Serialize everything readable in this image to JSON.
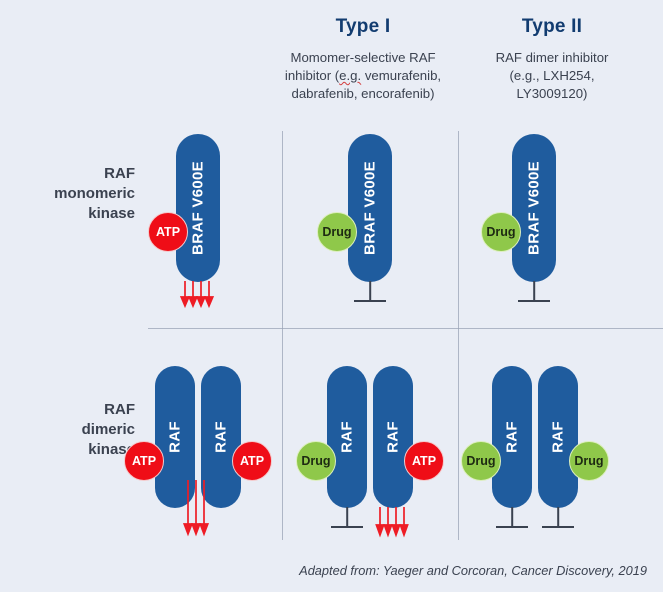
{
  "page": {
    "background": "#e9edf5",
    "protein_color": "#1f5c9e",
    "atp_color": "#ef0d17",
    "drug_color": "#8fc84a",
    "arrow_color": "#ee1c25",
    "inhibition_color": "#3a4250",
    "divider_color": "#9aa3b5"
  },
  "columns": [
    {
      "title": "",
      "subtitle": ""
    },
    {
      "title": "Type I",
      "subtitle_lines": [
        "Momomer-selective RAF",
        "inhibitor (e.g. vemurafenib,",
        "dabrafenib, encorafenib)"
      ],
      "subtitle_prefix": "inhibitor (",
      "spellchecked": "e.g.",
      "subtitle_suffix": " vemurafenib,"
    },
    {
      "title": "Type II",
      "subtitle_lines": [
        "RAF dimer inhibitor",
        "(e.g., LXH254,",
        "LY3009120)"
      ]
    }
  ],
  "rows": [
    {
      "label_lines": [
        "RAF",
        "monomeric",
        "kinase"
      ]
    },
    {
      "label_lines": [
        "RAF",
        "dimeric",
        "kinase"
      ]
    }
  ],
  "labels": {
    "braf": "BRAF V600E",
    "raf": "RAF",
    "atp": "ATP",
    "drug": "Drug"
  },
  "cells": {
    "monomeric_untreated": {
      "protein": "BRAF V600E",
      "ligand": "ATP",
      "ligand_type": "atp",
      "output": "arrows",
      "arrow_count": 4
    },
    "monomeric_type1": {
      "protein": "BRAF V600E",
      "ligand": "Drug",
      "ligand_type": "drug",
      "output": "inhibition"
    },
    "monomeric_type2": {
      "protein": "BRAF V600E",
      "ligand": "Drug",
      "ligand_type": "drug",
      "output": "inhibition"
    },
    "dimeric_untreated": {
      "protomer_left": "RAF",
      "protomer_right": "RAF",
      "ligand_left": "ATP",
      "ligand_right": "ATP",
      "output": "arrows",
      "arrow_count": 3
    },
    "dimeric_type1": {
      "protomer_left": "RAF",
      "protomer_right": "RAF",
      "ligand_left": "Drug",
      "ligand_right": "ATP",
      "output_left": "inhibition",
      "output_right": "arrows",
      "arrow_count": 4
    },
    "dimeric_type2": {
      "protomer_left": "RAF",
      "protomer_right": "RAF",
      "ligand_left": "Drug",
      "ligand_right": "Drug",
      "output_left": "inhibition",
      "output_right": "inhibition"
    }
  },
  "footer": {
    "credit": "Adapted from: Yaeger and Corcoran, Cancer Discovery, 2019"
  }
}
